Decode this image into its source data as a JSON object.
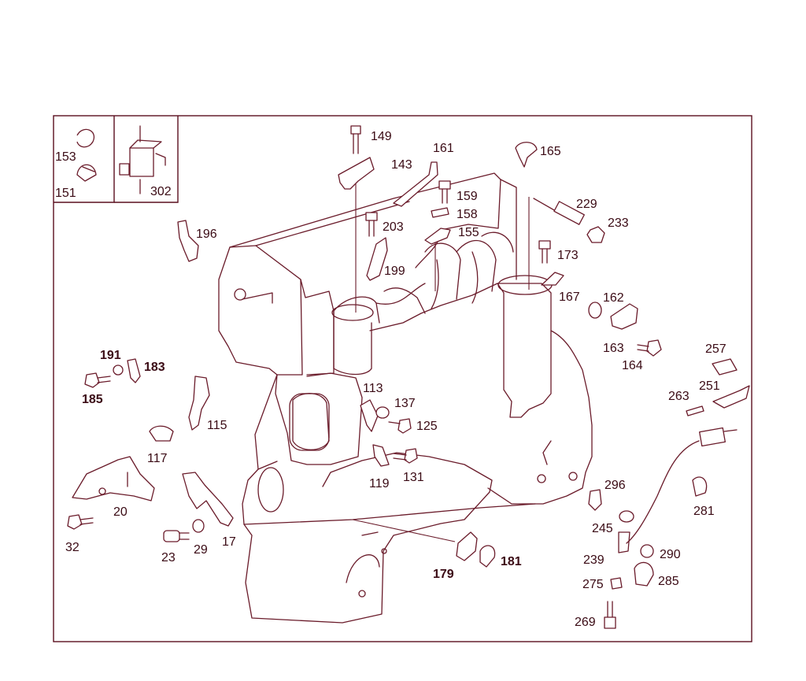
{
  "callouts": [
    {
      "id": "149",
      "bold": false
    },
    {
      "id": "143",
      "bold": false
    },
    {
      "id": "161",
      "bold": false
    },
    {
      "id": "165",
      "bold": false
    },
    {
      "id": "153",
      "bold": false
    },
    {
      "id": "151",
      "bold": false
    },
    {
      "id": "302",
      "bold": false
    },
    {
      "id": "159",
      "bold": false
    },
    {
      "id": "158",
      "bold": false
    },
    {
      "id": "229",
      "bold": false
    },
    {
      "id": "233",
      "bold": false
    },
    {
      "id": "203",
      "bold": false
    },
    {
      "id": "155",
      "bold": false
    },
    {
      "id": "196",
      "bold": false
    },
    {
      "id": "173",
      "bold": false
    },
    {
      "id": "199",
      "bold": false
    },
    {
      "id": "167",
      "bold": false
    },
    {
      "id": "162",
      "bold": false
    },
    {
      "id": "163",
      "bold": false
    },
    {
      "id": "164",
      "bold": false
    },
    {
      "id": "191",
      "bold": true
    },
    {
      "id": "183",
      "bold": true
    },
    {
      "id": "185",
      "bold": true
    },
    {
      "id": "257",
      "bold": false
    },
    {
      "id": "113",
      "bold": false
    },
    {
      "id": "137",
      "bold": false
    },
    {
      "id": "263",
      "bold": false
    },
    {
      "id": "251",
      "bold": false
    },
    {
      "id": "115",
      "bold": false
    },
    {
      "id": "125",
      "bold": false
    },
    {
      "id": "117",
      "bold": false
    },
    {
      "id": "131",
      "bold": false
    },
    {
      "id": "119",
      "bold": false
    },
    {
      "id": "296",
      "bold": false
    },
    {
      "id": "281",
      "bold": false
    },
    {
      "id": "20",
      "bold": false
    },
    {
      "id": "245",
      "bold": false
    },
    {
      "id": "32",
      "bold": false
    },
    {
      "id": "17",
      "bold": false
    },
    {
      "id": "290",
      "bold": false
    },
    {
      "id": "23",
      "bold": false
    },
    {
      "id": "29",
      "bold": false
    },
    {
      "id": "239",
      "bold": false
    },
    {
      "id": "181",
      "bold": true
    },
    {
      "id": "179",
      "bold": true
    },
    {
      "id": "275",
      "bold": false
    },
    {
      "id": "285",
      "bold": false
    },
    {
      "id": "269",
      "bold": false
    }
  ]
}
